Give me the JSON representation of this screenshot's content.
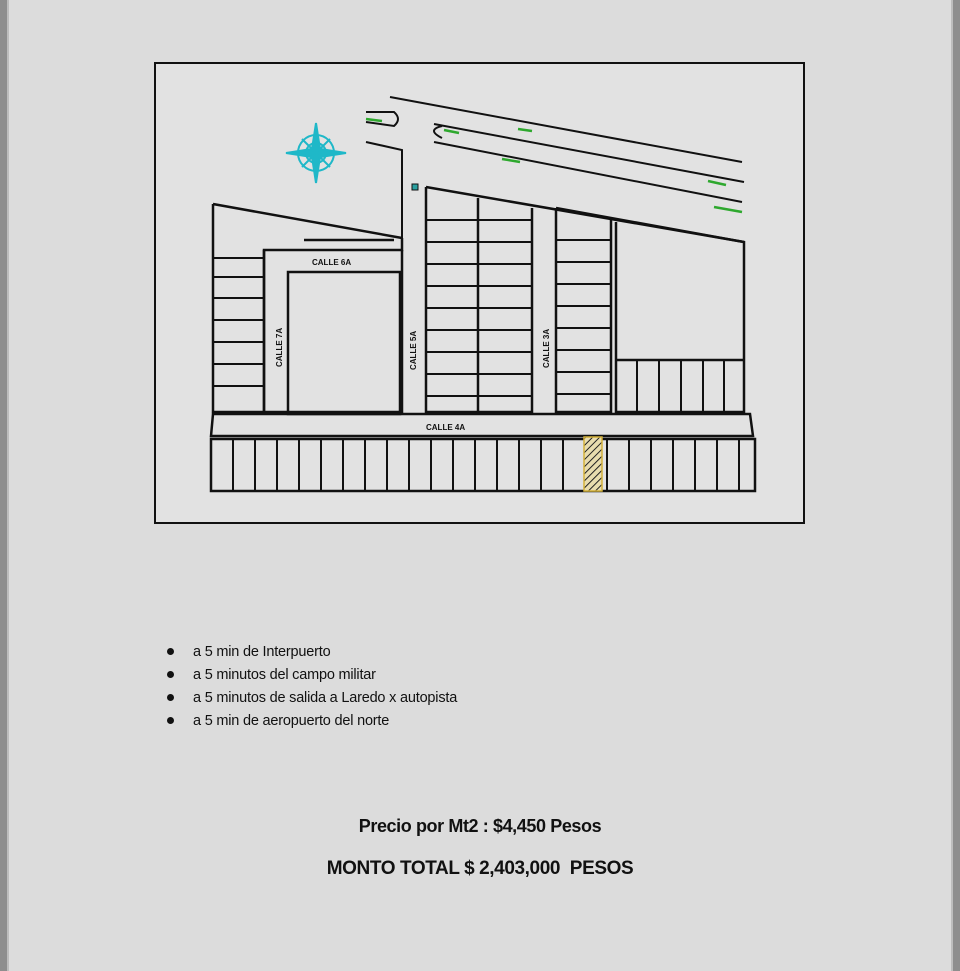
{
  "map": {
    "streets": {
      "calle_6a": "CALLE 6A",
      "calle_7a": "CALLE 7A",
      "calle_5a": "CALLE 5A",
      "calle_3a": "CALLE 3A",
      "calle_4a": "CALLE 4A"
    },
    "colors": {
      "compass": "#1fb8c8",
      "road_lines": "#2ea82e",
      "selected_lot": "#d4b23a"
    },
    "icons": [
      "compass-rose-icon"
    ]
  },
  "features": [
    "a 5 min de Interpuerto",
    "a 5 minutos del campo militar",
    "a 5 minutos de salida a Laredo x autopista",
    "a 5 min de aeropuerto del norte"
  ],
  "pricing": {
    "price_per_m2": "Precio por Mt2 : $4,450 Pesos",
    "total": "MONTO TOTAL $ 2,403,000  PESOS"
  }
}
